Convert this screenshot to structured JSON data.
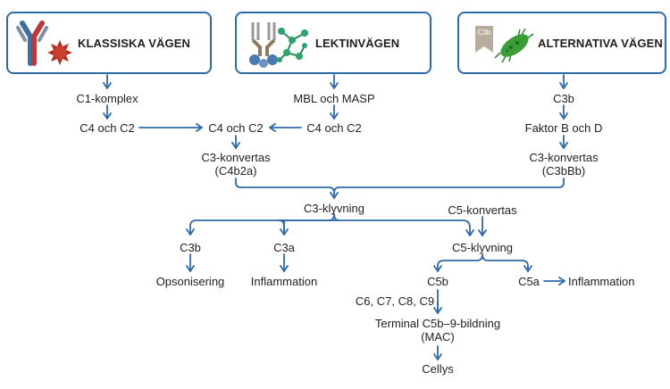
{
  "pathways": {
    "classical": "KLASSISKA VÄGEN",
    "lectin": "LEKTINVÄGEN",
    "alternative": "ALTERNATIVA VÄGEN",
    "c3b_tag": "C3b"
  },
  "nodes": {
    "c1_complex": "C1-komplex",
    "c4c2_left": "C4 och C2",
    "c4c2_center": "C4 och C2",
    "mbl_masp": "MBL och MASP",
    "c4c2_right": "C4 och C2",
    "c3b_alt": "C3b",
    "factor_bd": "Faktor B och D",
    "c3_convertase_classic_1": "C3-konvertas",
    "c3_convertase_classic_2": "(C4b2a)",
    "c3_convertase_alt_1": "C3-konvertas",
    "c3_convertase_alt_2": "(C3bBb)",
    "c3_cleavage": "C3-klyvning",
    "c5_convertase": "C5-konvertas",
    "c3b_out": "C3b",
    "c3a_out": "C3a",
    "opsonization": "Opsonisering",
    "inflammation_1": "Inflammation",
    "c5_cleavage": "C5-klyvning",
    "c5b": "C5b",
    "c5a": "C5a",
    "inflammation_2": "Inflammation",
    "c6_c9": "C6, C7, C8, C9",
    "mac_1": "Terminal C5b–9-bildning",
    "mac_2": "(MAC)",
    "cell_lysis": "Cellys"
  },
  "colors": {
    "accent": "#2f6aa8",
    "text": "#1f1f1f"
  },
  "icons": [
    "antibody-icon",
    "virus-icon",
    "lectin-icon",
    "molecule-network-icon",
    "c3b-tag-icon",
    "bacterium-icon"
  ]
}
